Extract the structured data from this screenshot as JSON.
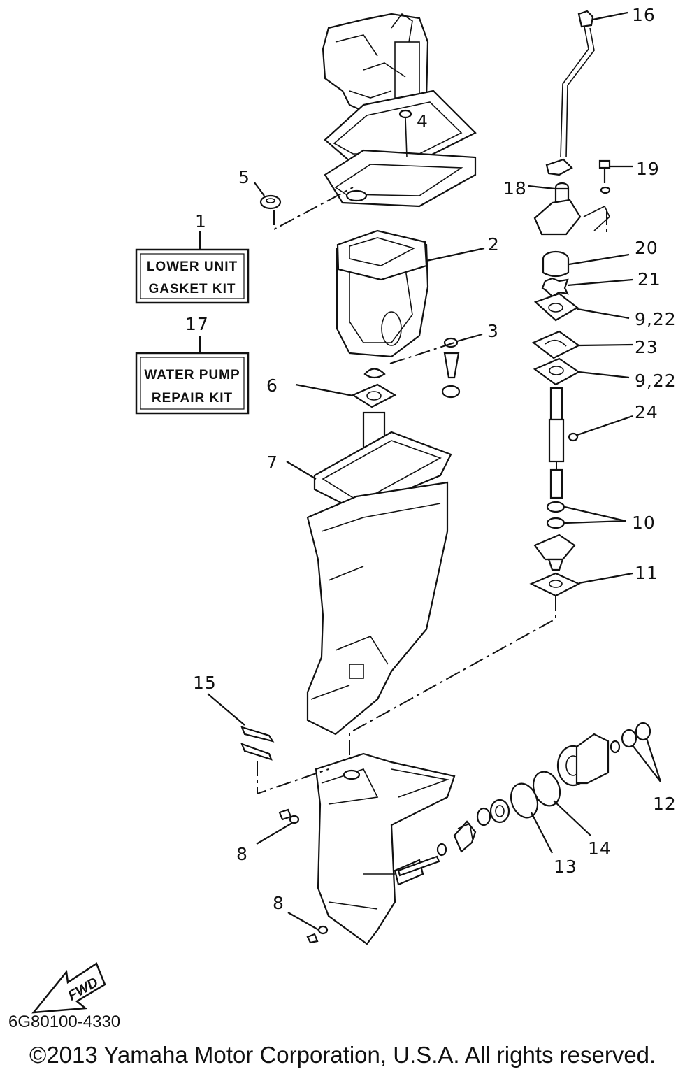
{
  "callouts": {
    "c1": "1",
    "c2": "2",
    "c3": "3",
    "c4": "4",
    "c5": "5",
    "c6": "6",
    "c7": "7",
    "c8a": "8",
    "c8b": "8",
    "c9_22a": "9,22",
    "c9_22b": "9,22",
    "c10": "10",
    "c11": "11",
    "c12": "12",
    "c13": "13",
    "c14": "14",
    "c15": "15",
    "c16": "16",
    "c17": "17",
    "c18": "18",
    "c19": "19",
    "c20": "20",
    "c21": "21",
    "c23": "23",
    "c24": "24"
  },
  "kits": {
    "gasket": {
      "line1": "LOWER UNIT",
      "line2": "GASKET KIT"
    },
    "water_pump": {
      "line1": "WATER PUMP",
      "line2": "REPAIR KIT"
    }
  },
  "fwd_label": "FWD",
  "footer": {
    "part_code": "6G80100-4330",
    "copyright": "©2013 Yamaha Motor Corporation, U.S.A. All rights reserved."
  }
}
